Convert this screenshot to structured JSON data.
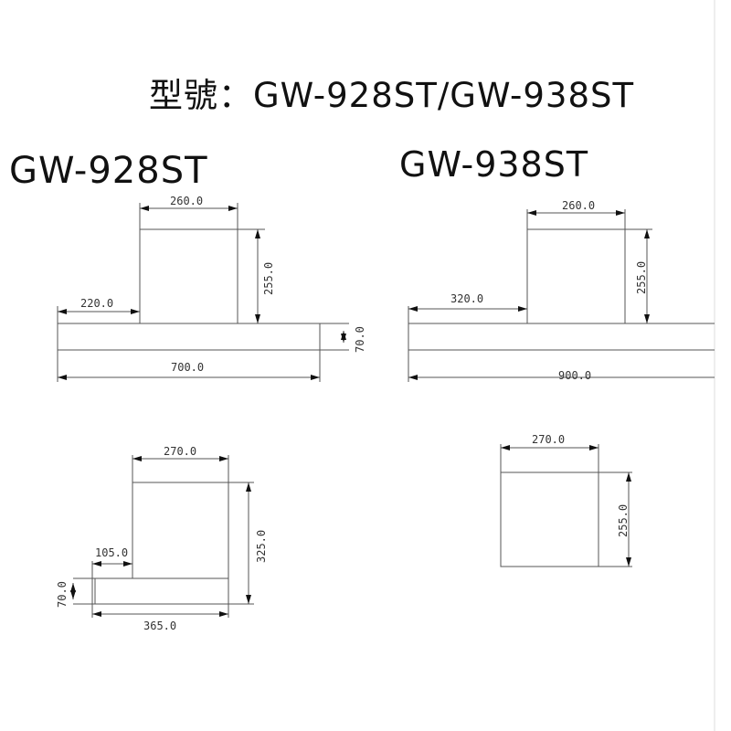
{
  "title": "型號：GW-928ST/GW-938ST",
  "models": [
    {
      "name": "GW-928ST",
      "front": {
        "box_width": "260.0",
        "box_height": "255.0",
        "offset": "220.0",
        "base_height": "70.0",
        "total_width": "700.0"
      },
      "side": {
        "box_depth": "270.0",
        "total_height": "325.0",
        "offset": "105.0",
        "base_height": "70.0",
        "total_depth": "365.0"
      }
    },
    {
      "name": "GW-938ST",
      "front": {
        "box_width": "260.0",
        "box_height": "255.0",
        "offset": "320.0",
        "total_width": "900.0"
      },
      "side": {
        "box_depth": "270.0",
        "box_height": "255.0"
      }
    }
  ]
}
